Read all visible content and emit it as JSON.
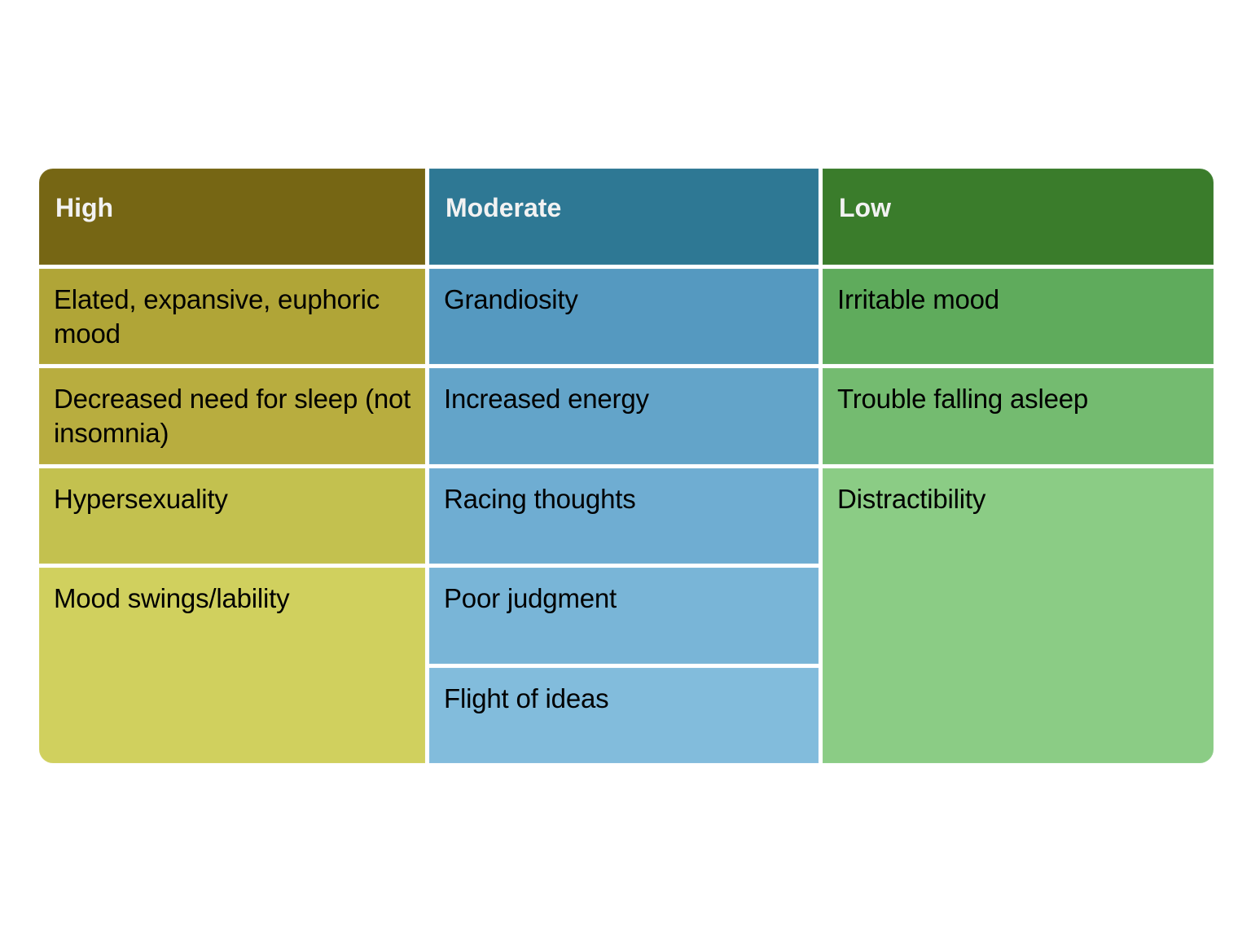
{
  "slide": {
    "background_color": "#ffffff"
  },
  "table": {
    "columns": [
      {
        "key": "high",
        "header": {
          "label": "High",
          "color": "#766614",
          "text_color": "#f2f2f2"
        },
        "cells": [
          {
            "text": "Elated, expansive, euphoric mood",
            "color": "#b0a537",
            "rows": 1
          },
          {
            "text": "Decreased need for sleep (not insomnia)",
            "color": "#b8ad3f",
            "rows": 1
          },
          {
            "text": "Hypersexuality",
            "color": "#c3c14f",
            "rows": 1
          },
          {
            "text": "Mood swings/lability",
            "color": "#d0d05e",
            "rows": 2
          }
        ]
      },
      {
        "key": "moderate",
        "header": {
          "label": "Moderate",
          "color": "#2e7894",
          "text_color": "#f2f2f2"
        },
        "cells": [
          {
            "text": "Grandiosity",
            "color": "#5599c0",
            "rows": 1
          },
          {
            "text": "Increased energy",
            "color": "#63a4c9",
            "rows": 1
          },
          {
            "text": "Racing thoughts",
            "color": "#6fadd2",
            "rows": 1
          },
          {
            "text": "Poor judgment",
            "color": "#79b5d7",
            "rows": 1
          },
          {
            "text": "Flight of ideas",
            "color": "#82bcdc",
            "rows": 1
          }
        ]
      },
      {
        "key": "low",
        "header": {
          "label": "Low",
          "color": "#3a7c2b",
          "text_color": "#f2f2f2"
        },
        "cells": [
          {
            "text": "Irritable mood",
            "color": "#5fab5c",
            "rows": 1
          },
          {
            "text": "Trouble falling asleep",
            "color": "#74bb70",
            "rows": 1
          },
          {
            "text": "Distractibility",
            "color": "#8bcc85",
            "rows": 3
          }
        ]
      }
    ]
  }
}
